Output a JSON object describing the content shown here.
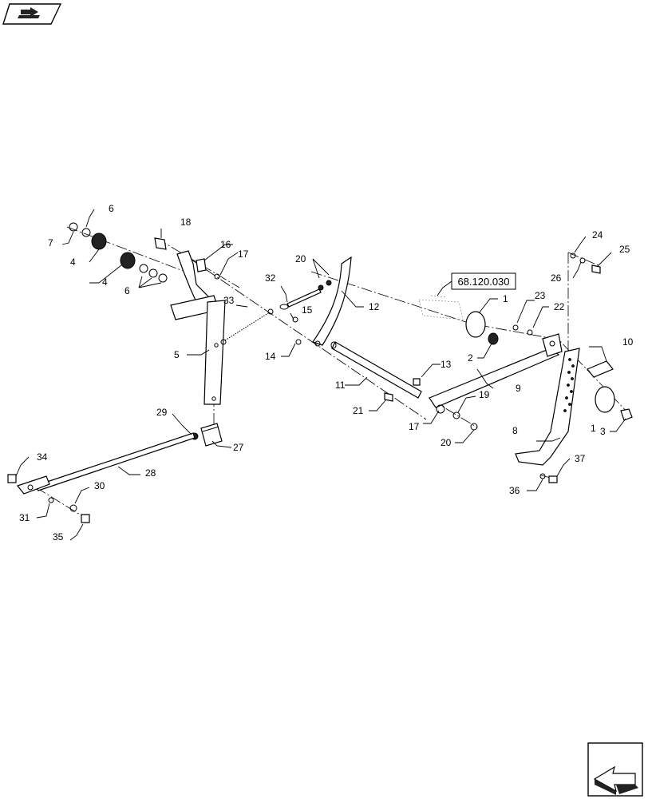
{
  "reference_box": "68.120.030",
  "callouts": [
    {
      "id": "c1a",
      "text": "1"
    },
    {
      "id": "c1b",
      "text": "1"
    },
    {
      "id": "c2",
      "text": "2"
    },
    {
      "id": "c3",
      "text": "3"
    },
    {
      "id": "c4a",
      "text": "4"
    },
    {
      "id": "c4b",
      "text": "4"
    },
    {
      "id": "c5",
      "text": "5"
    },
    {
      "id": "c6a",
      "text": "6"
    },
    {
      "id": "c6b",
      "text": "6"
    },
    {
      "id": "c7",
      "text": "7"
    },
    {
      "id": "c8",
      "text": "8"
    },
    {
      "id": "c9",
      "text": "9"
    },
    {
      "id": "c10",
      "text": "10"
    },
    {
      "id": "c11",
      "text": "11"
    },
    {
      "id": "c12",
      "text": "12"
    },
    {
      "id": "c13",
      "text": "13"
    },
    {
      "id": "c14",
      "text": "14"
    },
    {
      "id": "c15",
      "text": "15"
    },
    {
      "id": "c16",
      "text": "16"
    },
    {
      "id": "c17a",
      "text": "17"
    },
    {
      "id": "c17b",
      "text": "17"
    },
    {
      "id": "c18",
      "text": "18"
    },
    {
      "id": "c19",
      "text": "19"
    },
    {
      "id": "c20a",
      "text": "20"
    },
    {
      "id": "c20b",
      "text": "20"
    },
    {
      "id": "c21",
      "text": "21"
    },
    {
      "id": "c22",
      "text": "22"
    },
    {
      "id": "c23",
      "text": "23"
    },
    {
      "id": "c24",
      "text": "24"
    },
    {
      "id": "c25",
      "text": "25"
    },
    {
      "id": "c26",
      "text": "26"
    },
    {
      "id": "c27",
      "text": "27"
    },
    {
      "id": "c28",
      "text": "28"
    },
    {
      "id": "c29",
      "text": "29"
    },
    {
      "id": "c30",
      "text": "30"
    },
    {
      "id": "c31",
      "text": "31"
    },
    {
      "id": "c32",
      "text": "32"
    },
    {
      "id": "c33",
      "text": "33"
    },
    {
      "id": "c34",
      "text": "34"
    },
    {
      "id": "c35",
      "text": "35"
    },
    {
      "id": "c36",
      "text": "36"
    },
    {
      "id": "c37",
      "text": "37"
    }
  ],
  "icons": {
    "top_left": "book-arrow-icon",
    "bottom_right": "next-page-arrow-icon"
  }
}
